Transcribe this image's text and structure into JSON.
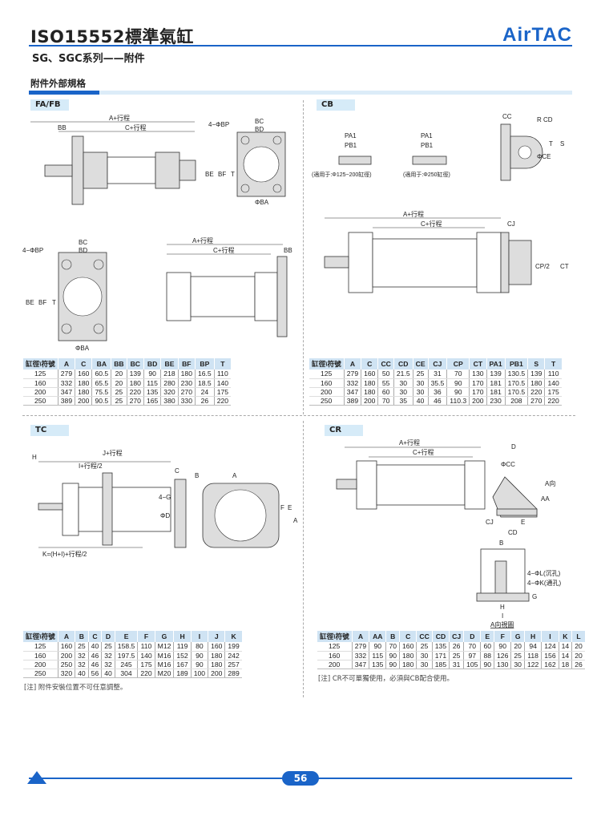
{
  "header": {
    "title": "ISO15552標準氣缸",
    "logo": "AirTAC",
    "subtitle": "SG、SGC系列——附件"
  },
  "section": {
    "title": "附件外部規格"
  },
  "fafb": {
    "tag": "FA/FB",
    "labels": {
      "a_stroke": "A+行程",
      "c_stroke": "C+行程",
      "bb": "BB",
      "bc": "BC",
      "bd": "BD",
      "bp": "4−ΦBP",
      "be": "BE",
      "bf": "BF",
      "t": "T",
      "ba": "ΦBA"
    },
    "table": {
      "headers": [
        "缸徑\\符號",
        "A",
        "C",
        "BA",
        "BB",
        "BC",
        "BD",
        "BE",
        "BF",
        "BP",
        "T"
      ],
      "rows": [
        [
          "125",
          "279",
          "160",
          "60.5",
          "20",
          "139",
          "90",
          "218",
          "180",
          "16.5",
          "110"
        ],
        [
          "160",
          "332",
          "180",
          "65.5",
          "20",
          "180",
          "115",
          "280",
          "230",
          "18.5",
          "140"
        ],
        [
          "200",
          "347",
          "180",
          "75.5",
          "25",
          "220",
          "135",
          "320",
          "270",
          "24",
          "175"
        ],
        [
          "250",
          "389",
          "200",
          "90.5",
          "25",
          "270",
          "165",
          "380",
          "330",
          "26",
          "220"
        ]
      ]
    }
  },
  "cb": {
    "tag": "CB",
    "labels": {
      "pa1": "PA1",
      "pb1": "PB1",
      "pin1_note": "(適用于:Φ125~200缸徑)",
      "pin2_note": "(適用于:Φ250缸徑)",
      "cc": "CC",
      "rcd": "R CD",
      "ce": "ΦCE",
      "t": "T",
      "s": "S",
      "a_stroke": "A+行程",
      "c_stroke": "C+行程",
      "cj": "CJ",
      "cp": "CP/2",
      "ct": "CT"
    },
    "table": {
      "headers": [
        "缸徑\\符號",
        "A",
        "C",
        "CC",
        "CD",
        "CE",
        "CJ",
        "CP",
        "CT",
        "PA1",
        "PB1",
        "S",
        "T"
      ],
      "rows": [
        [
          "125",
          "279",
          "160",
          "50",
          "21.5",
          "25",
          "31",
          "70",
          "130",
          "139",
          "130.5",
          "139",
          "110"
        ],
        [
          "160",
          "332",
          "180",
          "55",
          "30",
          "30",
          "35.5",
          "90",
          "170",
          "181",
          "170.5",
          "180",
          "140"
        ],
        [
          "200",
          "347",
          "180",
          "60",
          "30",
          "30",
          "36",
          "90",
          "170",
          "181",
          "170.5",
          "220",
          "175"
        ],
        [
          "250",
          "389",
          "200",
          "70",
          "35",
          "40",
          "46",
          "110.3",
          "200",
          "230",
          "208",
          "270",
          "220"
        ]
      ]
    }
  },
  "tc": {
    "tag": "TC",
    "labels": {
      "h": "H",
      "j": "J+行程",
      "i": "I+行程/2",
      "k": "K=(H+I)+行程/2",
      "c": "C",
      "b": "B",
      "a": "A",
      "g": "4−G",
      "d": "ΦD",
      "f": "F",
      "e": "E",
      "a2": "A"
    },
    "table": {
      "headers": [
        "缸徑\\符號",
        "A",
        "B",
        "C",
        "D",
        "E",
        "F",
        "G",
        "H",
        "I",
        "J",
        "K"
      ],
      "rows": [
        [
          "125",
          "160",
          "25",
          "40",
          "25",
          "158.5",
          "110",
          "M12",
          "119",
          "80",
          "160",
          "199"
        ],
        [
          "160",
          "200",
          "32",
          "46",
          "32",
          "197.5",
          "140",
          "M16",
          "152",
          "90",
          "180",
          "242"
        ],
        [
          "200",
          "250",
          "32",
          "46",
          "32",
          "245",
          "175",
          "M16",
          "167",
          "90",
          "180",
          "257"
        ],
        [
          "250",
          "320",
          "40",
          "56",
          "40",
          "304",
          "220",
          "M20",
          "189",
          "100",
          "200",
          "289"
        ]
      ]
    },
    "note": "[注] 附件安裝位置不可任意調整。"
  },
  "cr": {
    "tag": "CR",
    "labels": {
      "a_stroke": "A+行程",
      "c_stroke": "C+行程",
      "d": "D",
      "cc": "ΦCC",
      "aa": "AA",
      "a_dir": "A向",
      "e": "E",
      "cj": "CJ",
      "cd": "CD",
      "b": "B",
      "l": "4−ΦL(沉孔)",
      "k": "4−ΦK(通孔)",
      "g": "G",
      "h": "H",
      "i": "I",
      "view": "A向視圖"
    },
    "table": {
      "headers": [
        "缸徑\\符號",
        "A",
        "AA",
        "B",
        "C",
        "CC",
        "CD",
        "CJ",
        "D",
        "E",
        "F",
        "G",
        "H",
        "I",
        "K",
        "L"
      ],
      "rows": [
        [
          "125",
          "279",
          "90",
          "70",
          "160",
          "25",
          "135",
          "26",
          "70",
          "60",
          "90",
          "20",
          "94",
          "124",
          "14",
          "20"
        ],
        [
          "160",
          "332",
          "115",
          "90",
          "180",
          "30",
          "171",
          "25",
          "97",
          "88",
          "126",
          "25",
          "118",
          "156",
          "14",
          "20"
        ],
        [
          "200",
          "347",
          "135",
          "90",
          "180",
          "30",
          "185",
          "31",
          "105",
          "90",
          "130",
          "30",
          "122",
          "162",
          "18",
          "26"
        ]
      ]
    },
    "note": "[注] CR不可單獨使用，必須與CB配合使用。"
  },
  "footer": {
    "page": "56"
  }
}
